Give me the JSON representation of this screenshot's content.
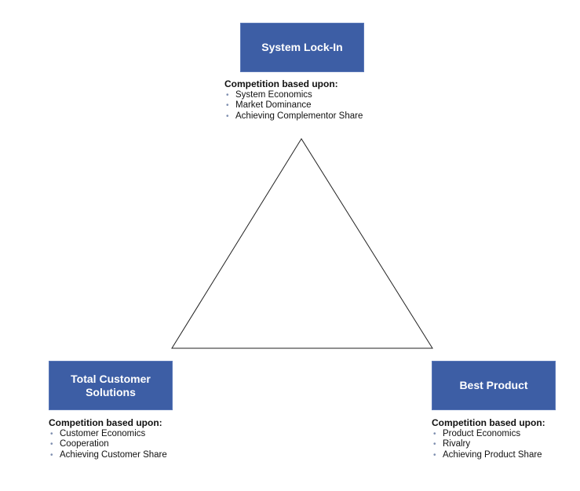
{
  "diagram": {
    "title": "",
    "nodes": [
      {
        "id": "system-lock-in",
        "label": "System Lock-In",
        "position": "top",
        "heading": "Competition based upon:",
        "items": [
          "System Economics",
          "Market Dominance",
          "Achieving Complementor Share"
        ]
      },
      {
        "id": "total-customer-solutions",
        "label": "Total Customer\nSolutions",
        "position": "bottom-left",
        "heading": "Competition based upon:",
        "items": [
          "Customer Economics",
          "Cooperation",
          "Achieving Customer Share"
        ]
      },
      {
        "id": "best-product",
        "label": "Best Product",
        "position": "bottom-right",
        "heading": "Competition based upon:",
        "items": [
          "Product Economics",
          "Rivalry",
          "Achieving Product Share"
        ]
      }
    ],
    "edges": [
      {
        "from": "system-lock-in",
        "to": "total-customer-solutions"
      },
      {
        "from": "total-customer-solutions",
        "to": "best-product"
      },
      {
        "from": "best-product",
        "to": "system-lock-in"
      }
    ],
    "colors": {
      "box_fill": "#3d5ea5",
      "box_text": "#ffffff",
      "bullet": "#7f8fb0",
      "line": "#222222"
    }
  }
}
